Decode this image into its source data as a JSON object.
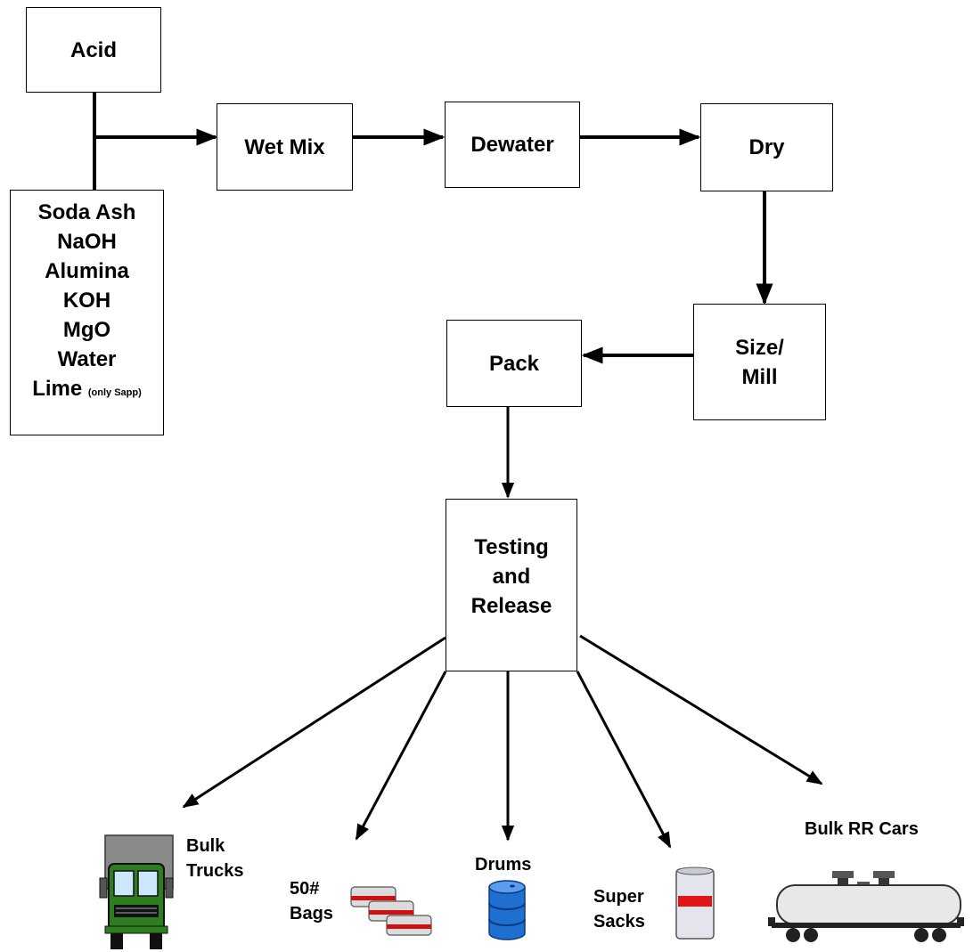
{
  "nodes": {
    "acid": "Acid",
    "raw_materials": [
      "Soda Ash",
      "NaOH",
      "Alumina",
      "KOH",
      "MgO",
      "Water"
    ],
    "raw_last": {
      "main": "Lime",
      "note": "(only Sapp)"
    },
    "wet_mix": "Wet Mix",
    "dewater": "Dewater",
    "dry": "Dry",
    "size_mill": [
      "Size/",
      "Mill"
    ],
    "pack": "Pack",
    "testing_release": [
      "Testing",
      "and",
      "Release"
    ]
  },
  "outputs": {
    "bulk_trucks": [
      "Bulk",
      "Trucks"
    ],
    "bags": [
      "50#",
      "Bags"
    ],
    "drums": "Drums",
    "super_sacks": [
      "Super",
      "Sacks"
    ],
    "bulk_rr_cars": "Bulk RR Cars"
  },
  "colors": {
    "truck": "#2e7d1f",
    "drum": "#1f6fd1",
    "bag_stripe": "#d01010",
    "sack_stripe": "#e01515",
    "tank_car": "#e8e8e8"
  }
}
